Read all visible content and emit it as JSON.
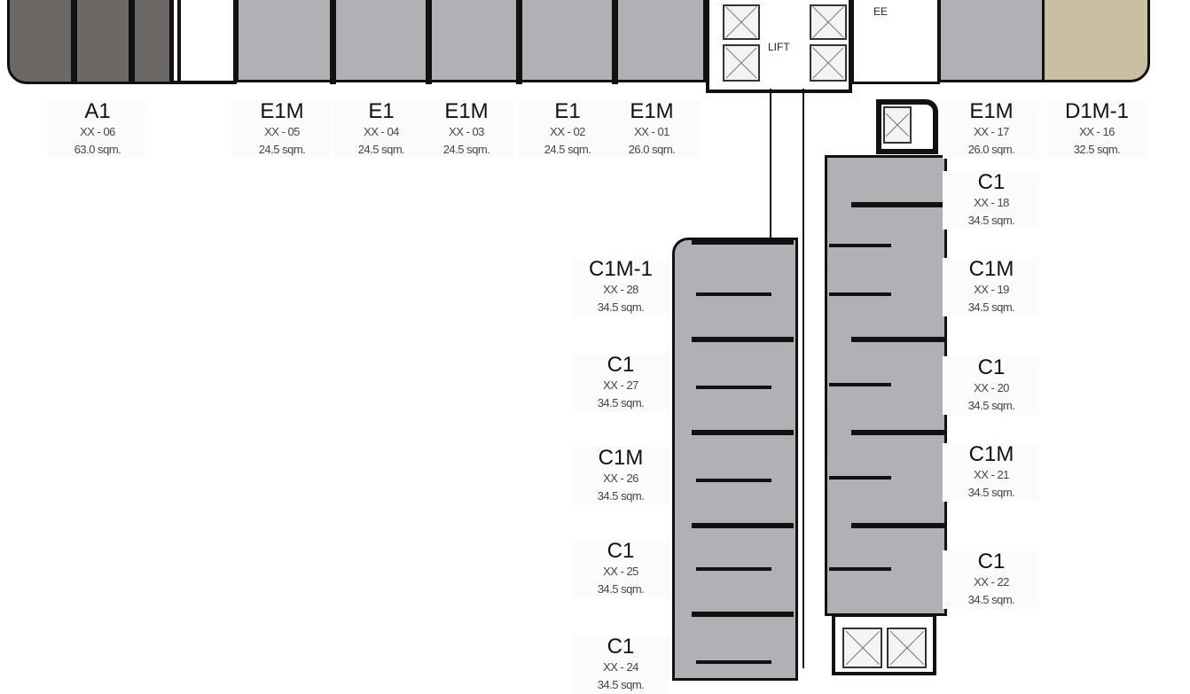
{
  "plan": {
    "core_labels": {
      "lift": "LIFT",
      "ee": "EE"
    },
    "colors": {
      "unit_grey": "#b2b0b4",
      "unit_a1": "#6b6865",
      "unit_d1m": "#c7bf9f",
      "wall": "#111111"
    },
    "units": [
      {
        "code": "A1",
        "number": "XX - 06",
        "area": "63.0 sqm."
      },
      {
        "code": "E1M",
        "number": "XX - 05",
        "area": "24.5 sqm."
      },
      {
        "code": "E1",
        "number": "XX - 04",
        "area": "24.5 sqm."
      },
      {
        "code": "E1M",
        "number": "XX - 03",
        "area": "24.5 sqm."
      },
      {
        "code": "E1",
        "number": "XX - 02",
        "area": "24.5 sqm."
      },
      {
        "code": "E1M",
        "number": "XX - 01",
        "area": "26.0 sqm."
      },
      {
        "code": "E1M",
        "number": "XX - 17",
        "area": "26.0 sqm."
      },
      {
        "code": "D1M-1",
        "number": "XX - 16",
        "area": "32.5 sqm."
      },
      {
        "code": "C1",
        "number": "XX - 18",
        "area": "34.5 sqm."
      },
      {
        "code": "C1M",
        "number": "XX - 19",
        "area": "34.5 sqm."
      },
      {
        "code": "C1",
        "number": "XX - 20",
        "area": "34.5 sqm."
      },
      {
        "code": "C1M",
        "number": "XX - 21",
        "area": "34.5 sqm."
      },
      {
        "code": "C1",
        "number": "XX - 22",
        "area": "34.5 sqm."
      },
      {
        "code": "C1M-1",
        "number": "XX - 28",
        "area": "34.5 sqm."
      },
      {
        "code": "C1",
        "number": "XX - 27",
        "area": "34.5 sqm."
      },
      {
        "code": "C1M",
        "number": "XX - 26",
        "area": "34.5 sqm."
      },
      {
        "code": "C1",
        "number": "XX - 25",
        "area": "34.5 sqm."
      },
      {
        "code": "C1",
        "number": "XX - 24",
        "area": "34.5 sqm."
      }
    ]
  }
}
